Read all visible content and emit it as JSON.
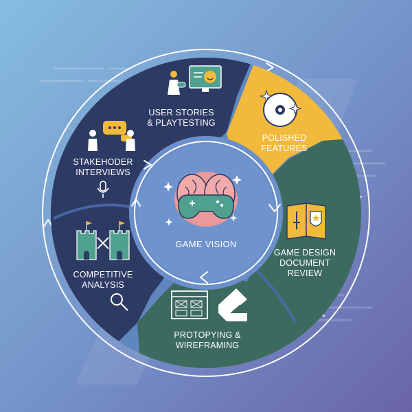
{
  "diagram": {
    "center": {
      "label": "GAME VISION"
    },
    "segments": [
      {
        "id": "user-stories",
        "lines": [
          "USER STORIES",
          "& PLAYTESTING"
        ]
      },
      {
        "id": "polished",
        "lines": [
          "POLISHED",
          "FEATURES"
        ]
      },
      {
        "id": "gdd-review",
        "lines": [
          "GAME DESIGN",
          "DOCUMENT",
          "REVIEW"
        ]
      },
      {
        "id": "prototyping",
        "lines": [
          "PROTOPYING &",
          "WIREFRAMING"
        ]
      },
      {
        "id": "competitive",
        "lines": [
          "COMPETITIVE",
          "ANALYSIS"
        ]
      },
      {
        "id": "stakeholder",
        "lines": [
          "STAKEHODER",
          "INTERVIEWS"
        ]
      }
    ]
  },
  "colors": {
    "navy": "#2c3a64",
    "teal": "#3d6a5f",
    "gold": "#f2ba3c",
    "ring": "#5f86bf",
    "bg_top": "#7eaed8",
    "bg_bottom": "#6a6fae"
  }
}
